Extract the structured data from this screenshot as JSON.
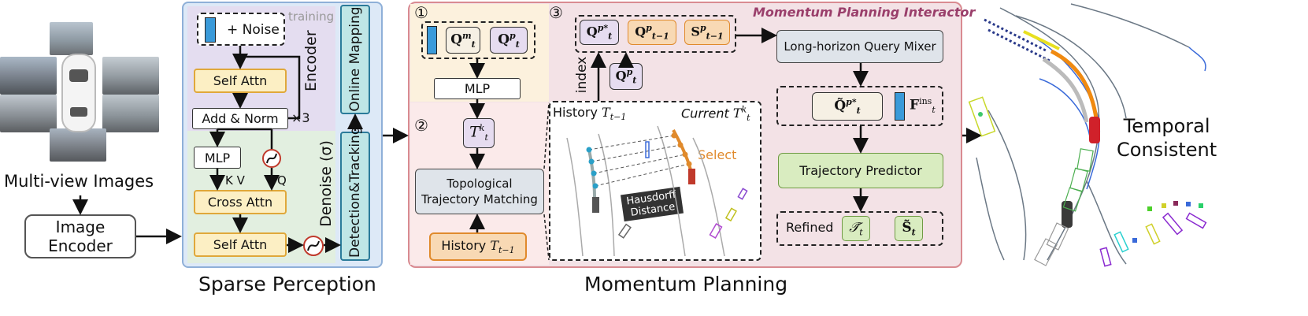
{
  "left": {
    "multiview_label": "Multi-view Images",
    "image_encoder": "Image\nEncoder"
  },
  "sparse": {
    "title": "Sparse Perception",
    "training": "training",
    "noise": "+ Noise",
    "self_attn_1": "Self Attn",
    "add_norm": "Add & Norm",
    "times3": "×3",
    "encoder": "Encoder",
    "mlp": "MLP",
    "kv": "K V",
    "q": "Q",
    "cross_attn": "Cross Attn",
    "self_attn_2": "Self Attn",
    "denoise": "Denoise (σ)",
    "online_mapping": "Online Mapping",
    "detection_tracking": "Detection&Tracking"
  },
  "momentum": {
    "title": "Momentum Planning",
    "interactor": "Momentum Planning Interactor",
    "step1": "①",
    "step2": "②",
    "step3": "③",
    "q_m": "Q",
    "q_m_sup": "m",
    "q_m_sub": "t",
    "q_p": "Q",
    "q_p_sup": "p",
    "q_p_sub": "t",
    "mlp": "MLP",
    "t_k": "T",
    "t_k_sup": "k",
    "t_k_sub": "t",
    "topo": "Topological\nTrajectory Matching",
    "history": "History",
    "history_T": "T",
    "history_T_sub": "t−1",
    "index": "index",
    "q_pstar": "Q",
    "q_pstar_sup": "p*",
    "q_pstar_sub": "t",
    "q_prev": "Q",
    "q_prev_sup": "p",
    "q_prev_sub": "t−1",
    "s_prev": "S",
    "s_prev_sup": "p",
    "s_prev_sub": "t−1",
    "q_p_mid": "Q",
    "q_p_mid_sup": "p",
    "q_p_mid_sub": "t",
    "scene_history": "History",
    "scene_history_T": "T",
    "scene_history_T_sub": "t−1",
    "scene_current": "Current",
    "scene_current_T": "T",
    "scene_current_T_sup": "k",
    "scene_current_T_sub": "t",
    "select": "Select",
    "hausdorff": "Hausdorff\nDistance",
    "mixer": "Long-horizon Query Mixer",
    "tilde_q": "Q̃",
    "tilde_q_sup": "p*",
    "tilde_q_sub": "t",
    "f_ins": "F",
    "f_ins_sup": "ins",
    "f_ins_sub": "t",
    "traj_pred": "Trajectory Predictor",
    "refined": "Refined",
    "refined_T": "𝒯̃",
    "refined_T_sub": "t",
    "refined_S": "S̃",
    "refined_S_sub": "t"
  },
  "right": {
    "temporal_consistent": "Temporal\nConsistent"
  },
  "colors": {
    "sparse_bg": "#dde9f7",
    "sparse_border": "#8fb0d8",
    "encoder_bg": "#e4ddf0",
    "denoise_bg": "#e2efe0",
    "momentum_bg": "#f3e2e6",
    "momentum_border": "#d98b91",
    "step1_bg": "#fcf1dd",
    "yellow_box": "#fcefc4",
    "yellow_border": "#e0a83a",
    "purple_box": "#e6dcf0",
    "orange_box": "#f8d9b4",
    "green_box": "#d9ecc0",
    "gray_box": "#dfe4ea",
    "teal_box": "#bfe6e6",
    "blue_bar": "#3a9ad9",
    "interactor_title": "#9a3f6b",
    "select_orange": "#e08a2c"
  }
}
